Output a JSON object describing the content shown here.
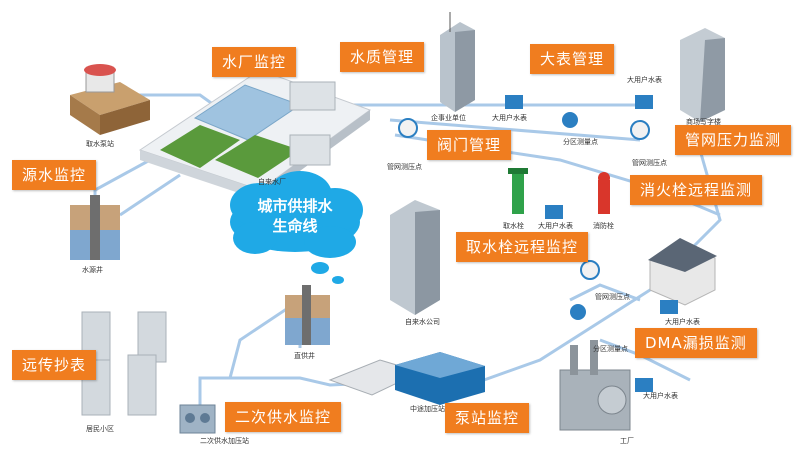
{
  "colors": {
    "label_bg": "#f07d1f",
    "pipe": "#a9c9e8",
    "cloud": "#1fa9e6",
    "grass": "#5a9a3c"
  },
  "cloud": {
    "line1": "城市供排水",
    "line2": "生命线"
  },
  "labels": {
    "water_plant": "水厂监控",
    "water_quality": "水质管理",
    "bulk_meter": "大表管理",
    "source_water": "源水监控",
    "valve": "阀门管理",
    "pipe_pressure": "管网压力监测",
    "hydrant": "消火栓远程监测",
    "intake_hydrant": "取水栓远程监控",
    "remote_reading": "远传抄表",
    "dma": "DMA漏损监测",
    "secondary_supply": "二次供水监控",
    "pump_station": "泵站监控"
  },
  "captions": {
    "intake": "取水泵站",
    "plant": "自来水厂",
    "source_well": "水源井",
    "enterprise": "企事业单位",
    "big_user_1": "大用户水表",
    "big_user_2": "大用户水表",
    "big_user_3": "大用户水表",
    "big_user_4": "大用户水表",
    "big_user_5": "大用户水表",
    "office": "商场写字楼",
    "zone_meter_1": "分区测量点",
    "zone_meter_2": "分区测量点",
    "pressure_1": "管网测压点",
    "pressure_2": "管网测压点",
    "pressure_3": "管网测压点",
    "intake_hydrant": "取水栓",
    "fire_hydrant": "消防栓",
    "company": "自来水公司",
    "deep_well": "直供井",
    "boost_station": "中途加压站",
    "residential": "居民小区",
    "secondary_station": "二次供水加压站",
    "factory": "工厂"
  }
}
